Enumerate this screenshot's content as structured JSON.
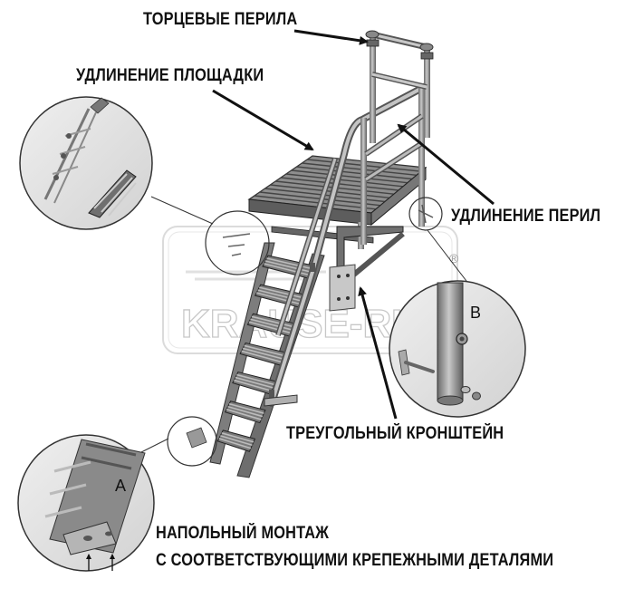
{
  "callouts": {
    "end_rails": "ТОРЦЕВЫЕ ПЕРИЛА",
    "platform_extension": "УДЛИНЕНИЕ ПЛОЩАДКИ",
    "rail_extension": "УДЛИНЕНИЕ ПЕРИЛ",
    "triangle_bracket": "ТРЕУГОЛЬНЫЙ КРОНШТЕЙН",
    "floor_mount_line1": "НАПОЛЬНЫЙ МОНТАЖ",
    "floor_mount_line2": "С СООТВЕТСТВУЮЩИМИ КРЕПЕЖНЫМИ ДЕТАЛЯМИ"
  },
  "details": {
    "a": "A",
    "b": "B"
  },
  "watermark": {
    "text": "KRAUSE-RUS",
    "mark": "®"
  }
}
